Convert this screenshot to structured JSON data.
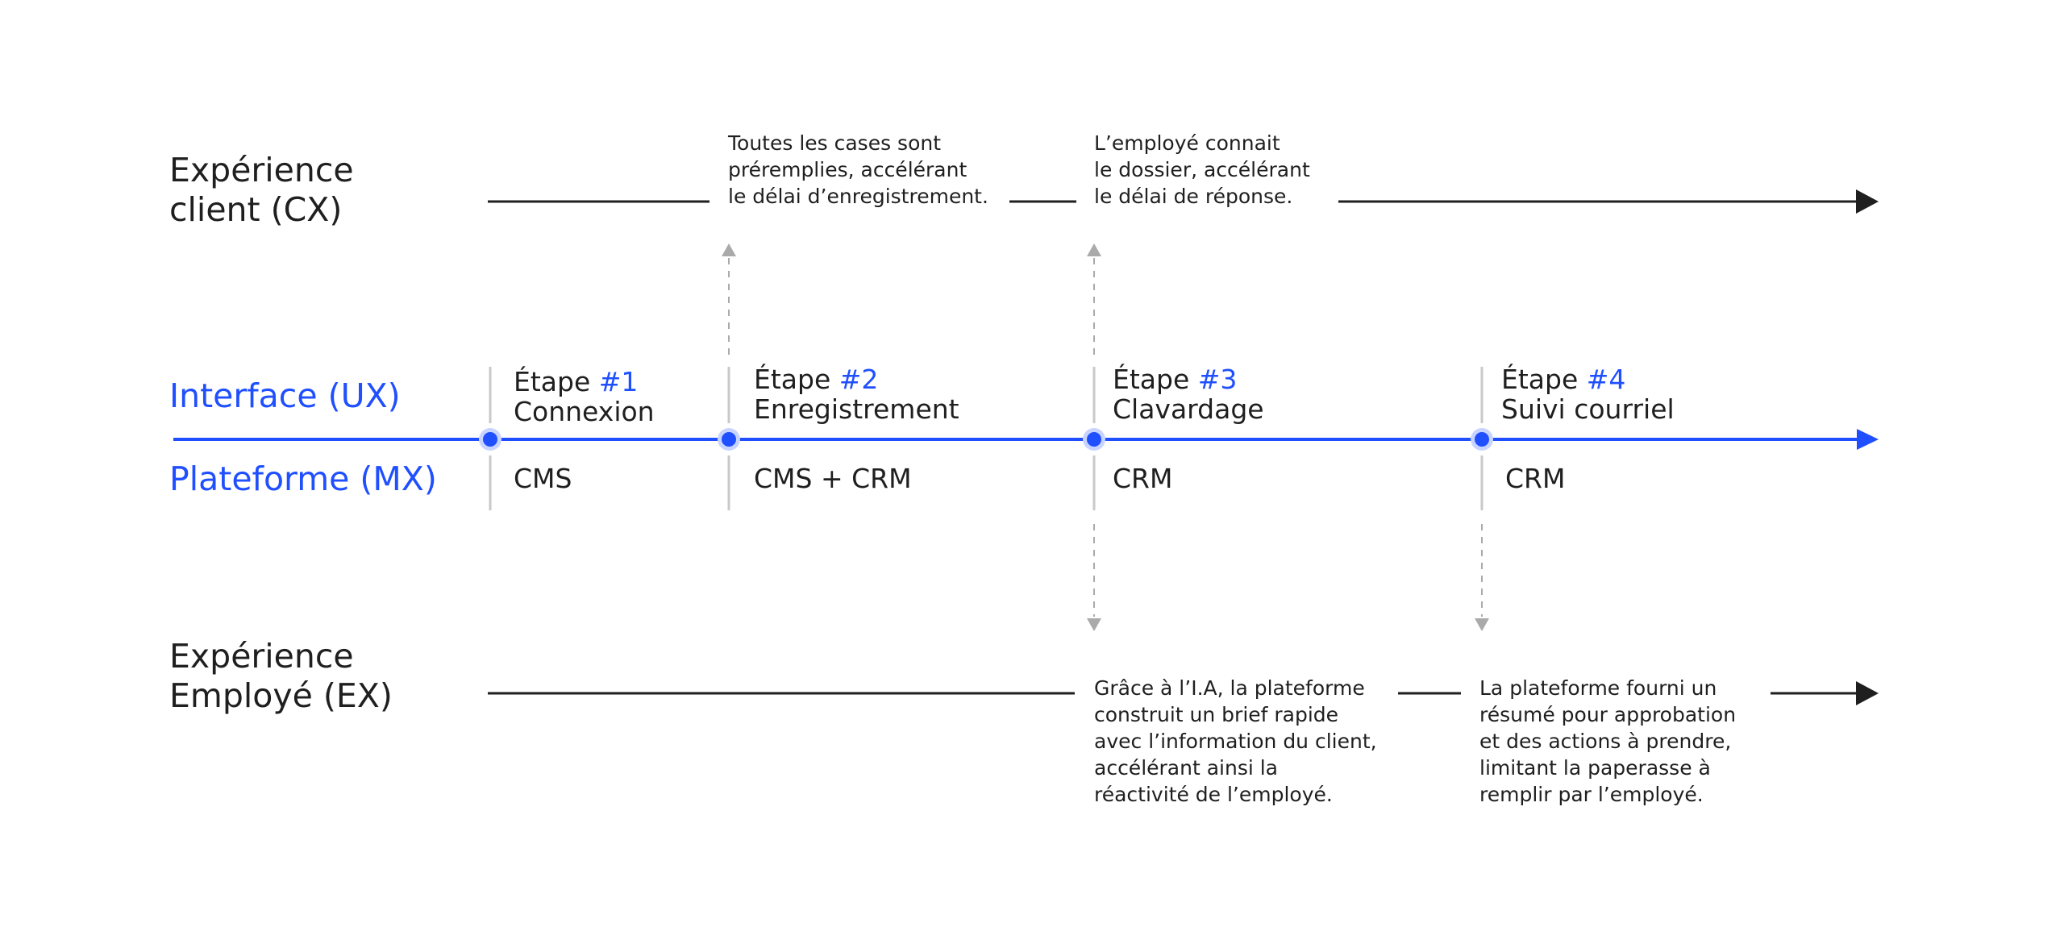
{
  "colors": {
    "accent": "#1f4fff",
    "ink": "#1f1f1f",
    "tick": "#c9c9c9",
    "dashed": "#aaaaaa"
  },
  "lanes": {
    "cx": {
      "line1": "Expérience",
      "line2": "client (CX)"
    },
    "ux": {
      "label": "Interface (UX)"
    },
    "mx": {
      "label": "Plateforme (MX)"
    },
    "ex": {
      "line1": "Expérience",
      "line2": "Employé (EX)"
    }
  },
  "steps": [
    {
      "prefix": "Étape ",
      "num": "#1",
      "name": "Connexion",
      "platform": "CMS"
    },
    {
      "prefix": "Étape ",
      "num": "#2",
      "name": "Enregistrement",
      "platform": "CMS + CRM"
    },
    {
      "prefix": "Étape ",
      "num": "#3",
      "name": "Clavardage",
      "platform": "CRM"
    },
    {
      "prefix": "Étape ",
      "num": "#4",
      "name": "Suivi courriel",
      "platform": "CRM"
    }
  ],
  "cx_notes": [
    {
      "lines": [
        "Toutes les cases sont",
        "préremplies, accélérant",
        "le délai d’enregistrement."
      ]
    },
    {
      "lines": [
        "L’employé connait",
        "le dossier, accélérant",
        "le délai de réponse."
      ]
    }
  ],
  "ex_notes": [
    {
      "lines": [
        "Grâce à l’I.A, la plateforme",
        "construit un brief rapide",
        "avec l’information du client,",
        "accélérant ainsi la",
        "réactivité de l’employé."
      ]
    },
    {
      "lines": [
        "La plateforme fourni un",
        "résumé pour approbation",
        "et des actions à prendre,",
        "limitant la paperasse à",
        "remplir par l’employé."
      ]
    }
  ]
}
